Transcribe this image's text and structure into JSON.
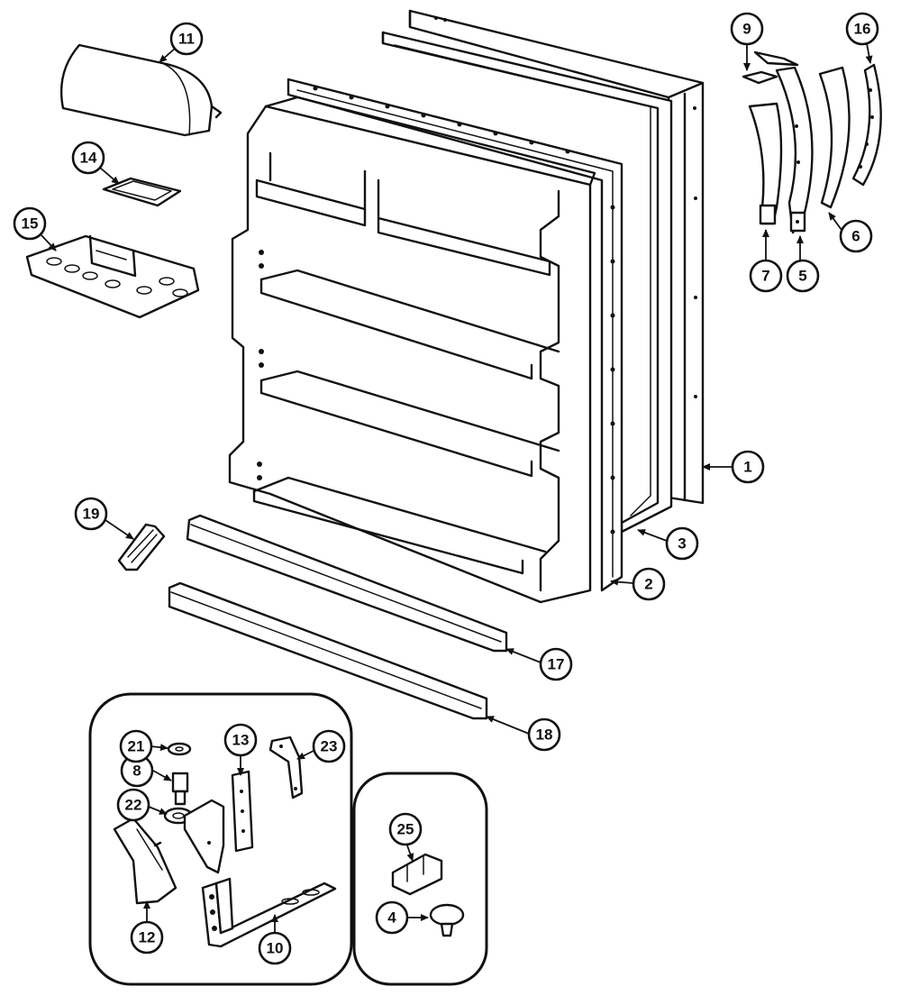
{
  "diagram": {
    "callouts": [
      "1",
      "2",
      "3",
      "4",
      "5",
      "6",
      "7",
      "8",
      "9",
      "10",
      "11",
      "12",
      "13",
      "14",
      "15",
      "16",
      "17",
      "18",
      "19",
      "21",
      "22",
      "23",
      "25"
    ]
  }
}
